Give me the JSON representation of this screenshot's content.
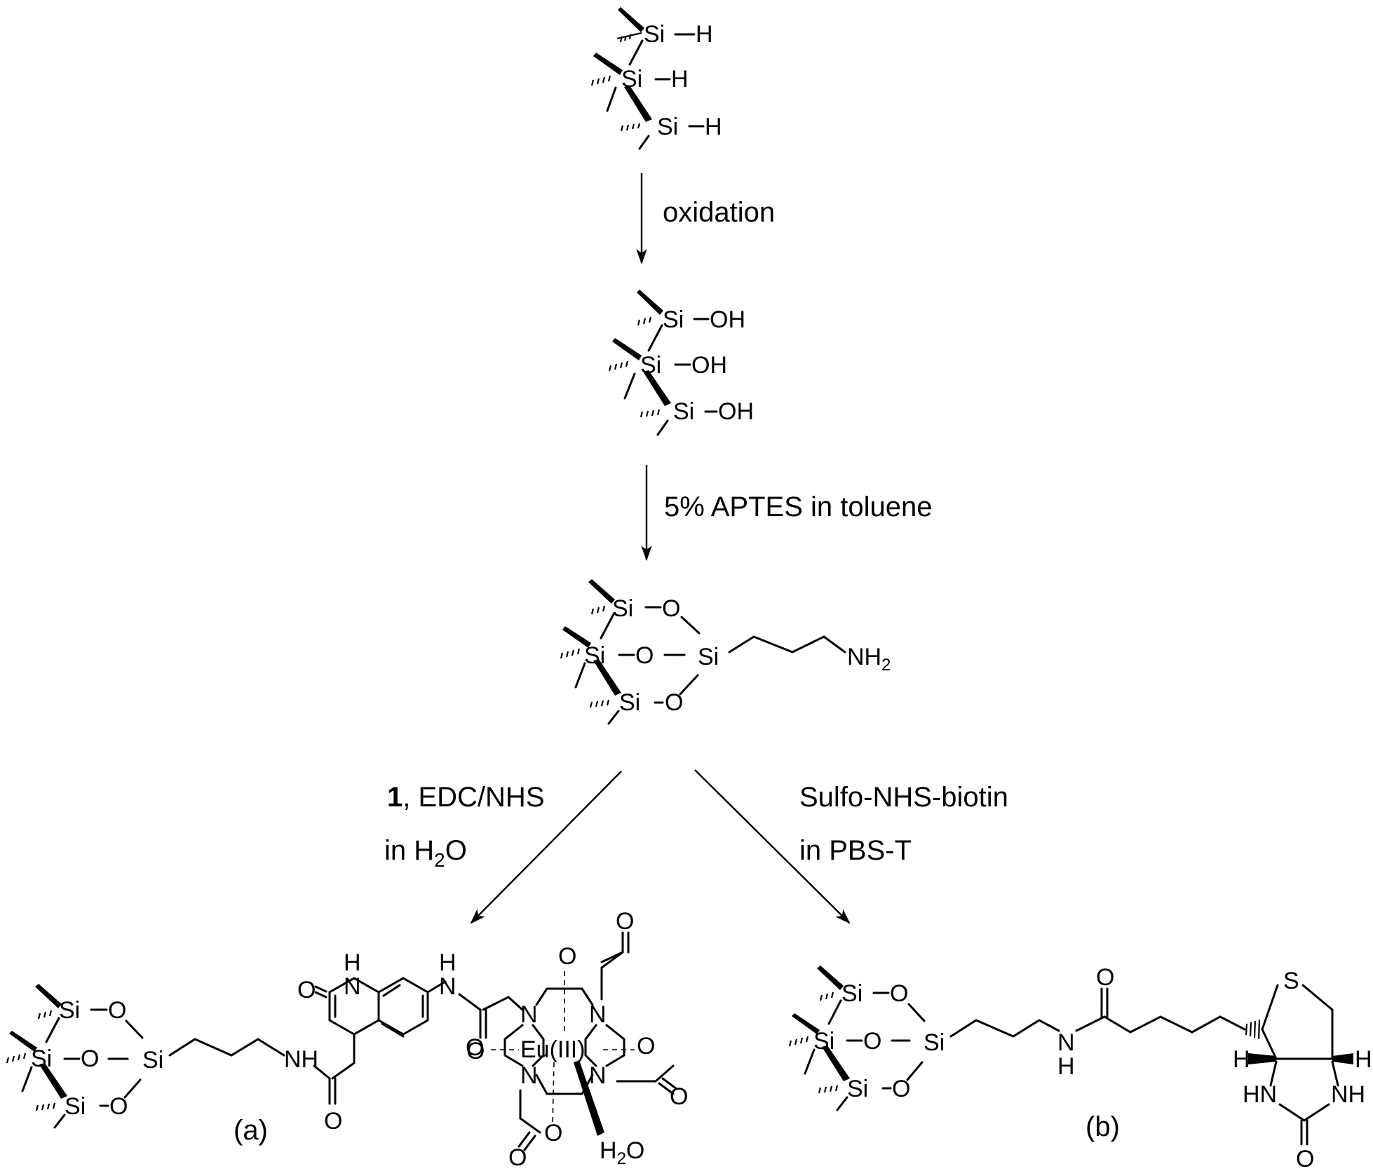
{
  "reagents": {
    "step1": "oxidation",
    "step2": "5% APTES in toluene",
    "left_bold": "1",
    "left_rest": ", EDC/NHS",
    "left_line2": "in H",
    "left_line2_sub": "2",
    "left_line2_end": "O",
    "right_line1": "Sulfo-NHS-biotin",
    "right_line2": "in PBS-T"
  },
  "product_labels": {
    "a": "(a)",
    "b": "(b)"
  },
  "atoms": {
    "si": "Si",
    "h": "H",
    "oh": "OH",
    "o": "O",
    "nh": "NH",
    "n": "N",
    "s": "S",
    "hn": "HN",
    "nh2": "NH",
    "sub2": "2",
    "eu": "Eu(III)",
    "water": "H",
    "water_end": "O"
  }
}
